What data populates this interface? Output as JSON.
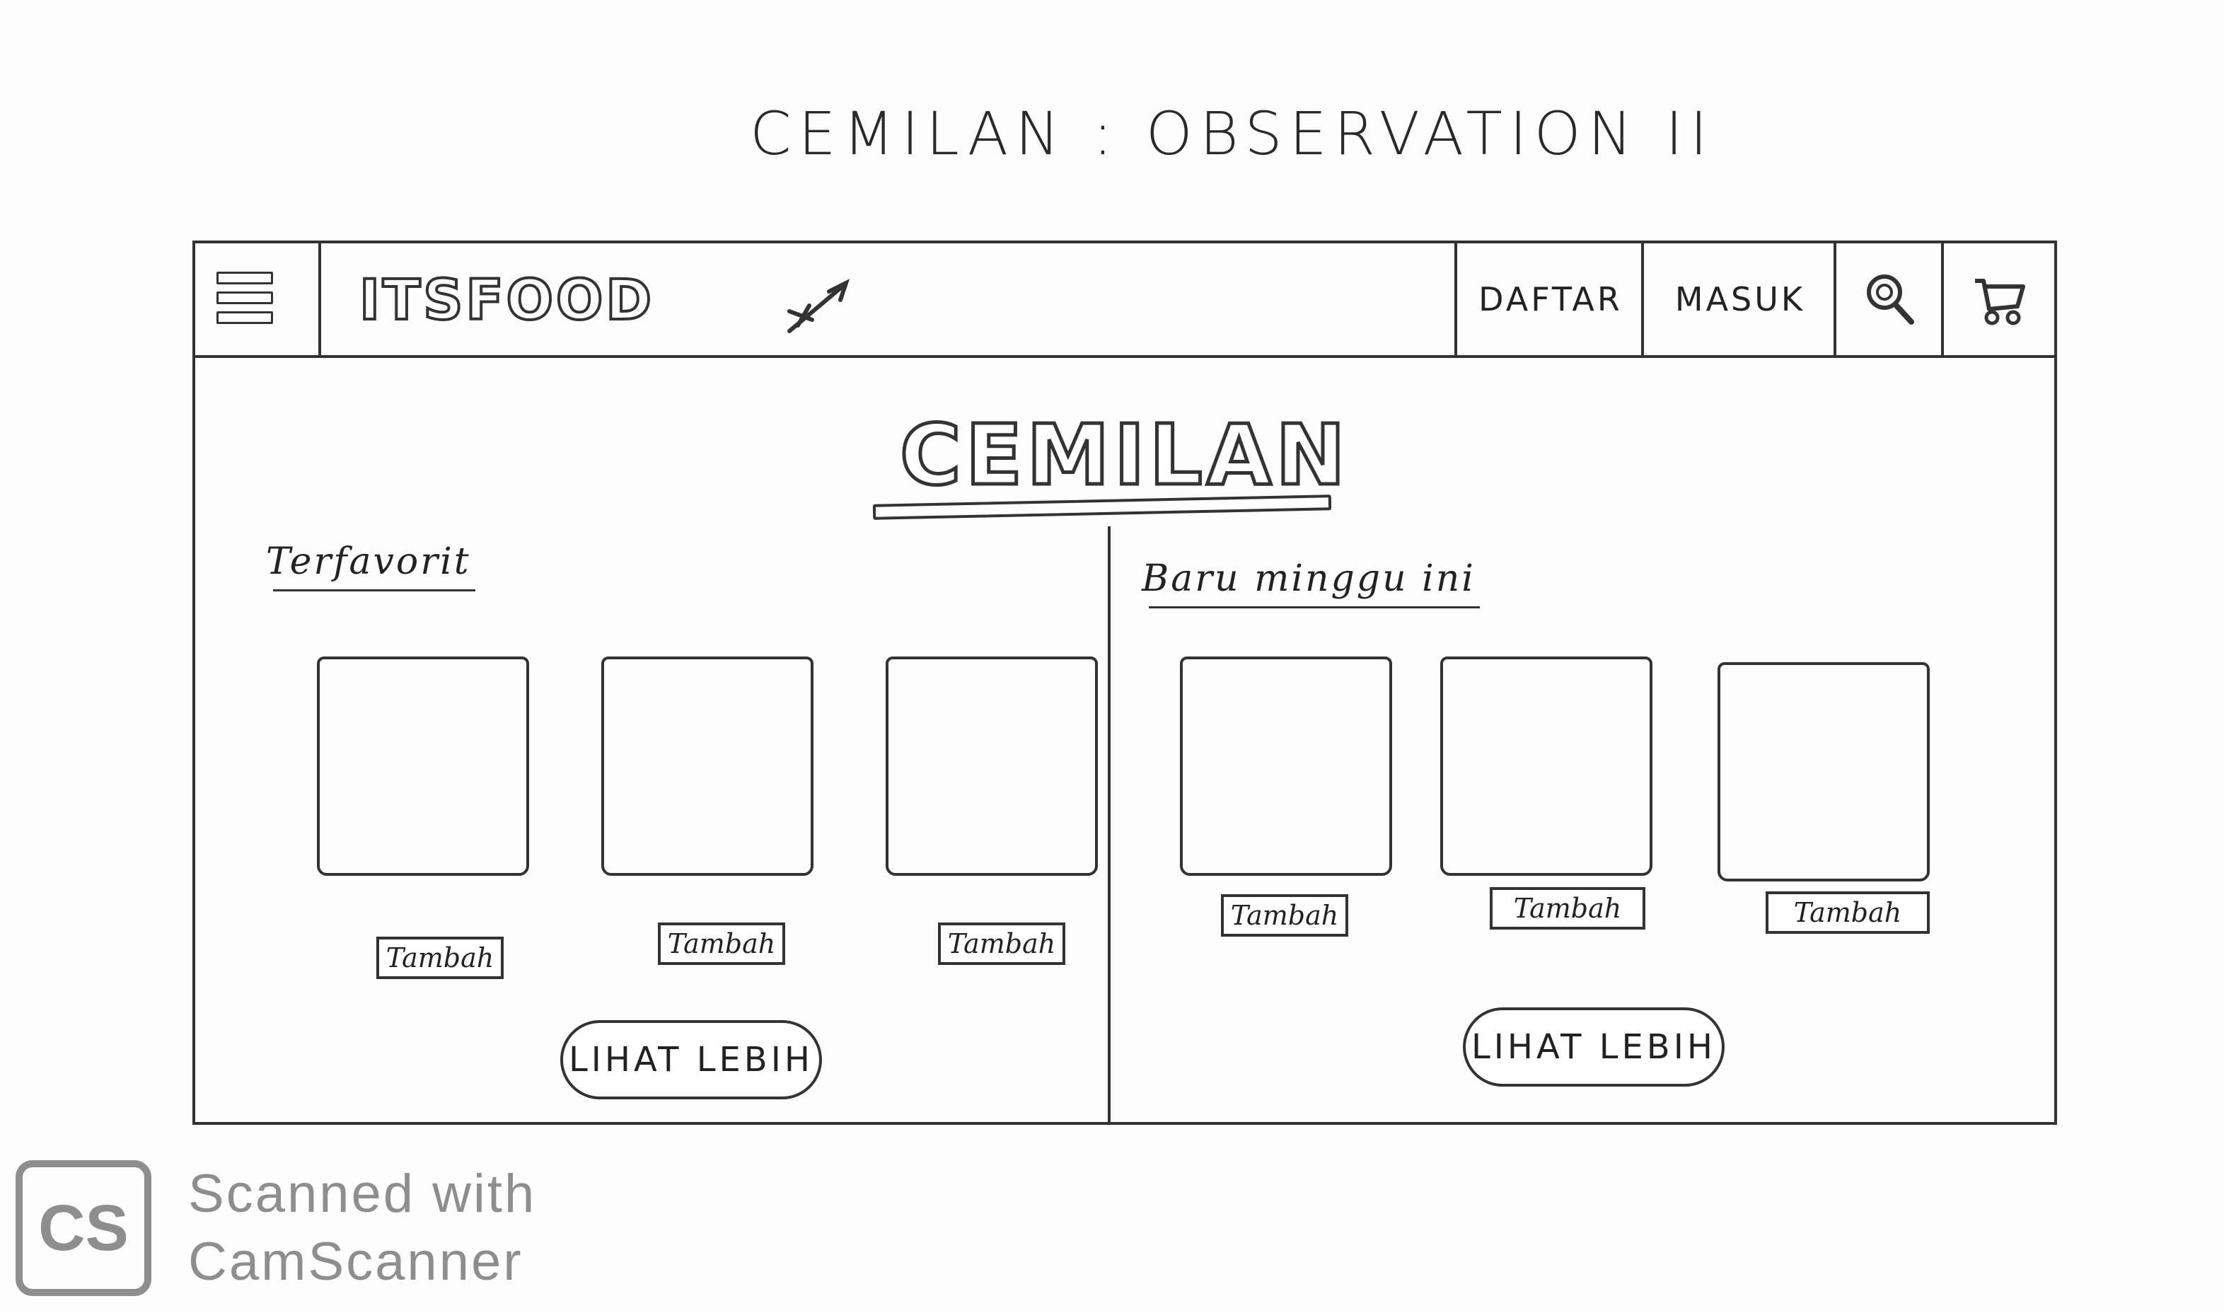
{
  "sheet_title": "CEMILAN : OBSERVATION II",
  "navbar": {
    "logo": "ITSFOOD",
    "daftar_label": "DAFTAR",
    "masuk_label": "MASUK"
  },
  "page_heading": "CEMILAN",
  "sections": [
    {
      "title": "Terfavorit",
      "products": [
        {
          "button_label": "Tambah"
        },
        {
          "button_label": "Tambah"
        },
        {
          "button_label": "Tambah"
        }
      ],
      "see_more_label": "LIHAT LEBIH"
    },
    {
      "title": "Baru minggu ini",
      "products": [
        {
          "button_label": "Tambah"
        },
        {
          "button_label": "Tambah"
        },
        {
          "button_label": "Tambah"
        }
      ],
      "see_more_label": "LIHAT LEBIH"
    }
  ],
  "watermark": {
    "badge": "CS",
    "line1": "Scanned with",
    "line2": "CamScanner"
  }
}
